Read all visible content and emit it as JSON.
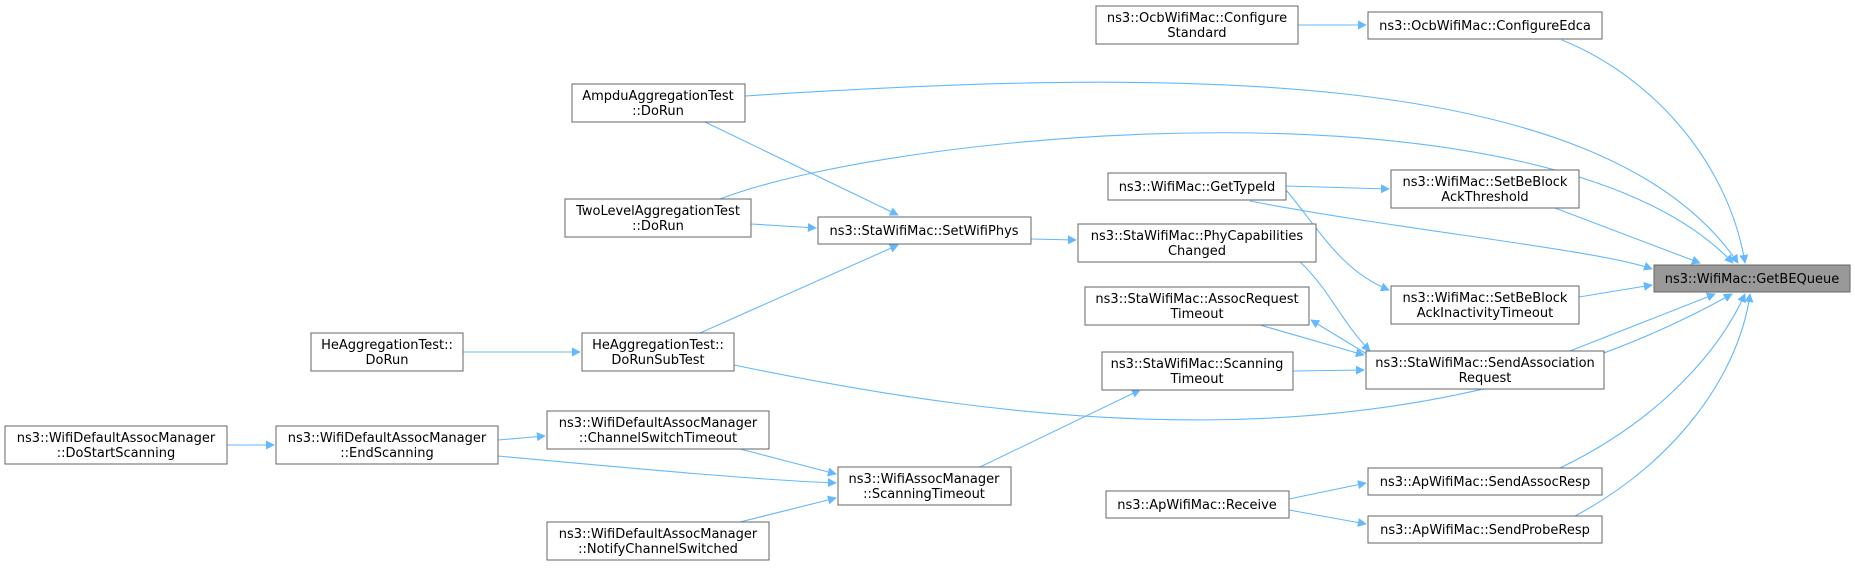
{
  "graph": {
    "focus_node": "getbequeue",
    "edge_color": "#63b8ff",
    "focus_fill": "#999999",
    "nodes": [
      {
        "id": "getbequeue",
        "lines": [
          "ns3::WifiMac::GetBEQueue"
        ]
      },
      {
        "id": "ocb_configure_standard",
        "lines": [
          "ns3::OcbWifiMac::Configure",
          "Standard"
        ]
      },
      {
        "id": "ocb_configure_edca",
        "lines": [
          "ns3::OcbWifiMac::ConfigureEdca"
        ]
      },
      {
        "id": "ampdu_dorun",
        "lines": [
          "AmpduAggregationTest",
          "::DoRun"
        ]
      },
      {
        "id": "wifimac_gettypeid",
        "lines": [
          "ns3::WifiMac::GetTypeId"
        ]
      },
      {
        "id": "set_be_block_ack_threshold",
        "lines": [
          "ns3::WifiMac::SetBeBlock",
          "AckThreshold"
        ]
      },
      {
        "id": "twolevel_dorun",
        "lines": [
          "TwoLevelAggregationTest",
          "::DoRun"
        ]
      },
      {
        "id": "sta_setwifiphys",
        "lines": [
          "ns3::StaWifiMac::SetWifiPhys"
        ]
      },
      {
        "id": "sta_phycap_changed",
        "lines": [
          "ns3::StaWifiMac::PhyCapabilities",
          "Changed"
        ]
      },
      {
        "id": "sta_assocrequest_timeout",
        "lines": [
          "ns3::StaWifiMac::AssocRequest",
          "Timeout"
        ]
      },
      {
        "id": "set_be_block_ack_inactivity",
        "lines": [
          "ns3::WifiMac::SetBeBlock",
          "AckInactivityTimeout"
        ]
      },
      {
        "id": "he_dorun",
        "lines": [
          "HeAggregationTest::",
          "DoRun"
        ]
      },
      {
        "id": "he_dorunsubtest",
        "lines": [
          "HeAggregationTest::",
          "DoRunSubTest"
        ]
      },
      {
        "id": "sta_scanning_timeout",
        "lines": [
          "ns3::StaWifiMac::Scanning",
          "Timeout"
        ]
      },
      {
        "id": "sta_send_assoc_request",
        "lines": [
          "ns3::StaWifiMac::SendAssociation",
          "Request"
        ]
      },
      {
        "id": "default_dostartscanning",
        "lines": [
          "ns3::WifiDefaultAssocManager",
          "::DoStartScanning"
        ]
      },
      {
        "id": "default_endscanning",
        "lines": [
          "ns3::WifiDefaultAssocManager",
          "::EndScanning"
        ]
      },
      {
        "id": "default_channelswitch_timeout",
        "lines": [
          "ns3::WifiDefaultAssocManager",
          "::ChannelSwitchTimeout"
        ]
      },
      {
        "id": "assocmgr_scanning_timeout",
        "lines": [
          "ns3::WifiAssocManager",
          "::ScanningTimeout"
        ]
      },
      {
        "id": "default_notify_channel_switched",
        "lines": [
          "ns3::WifiDefaultAssocManager",
          "::NotifyChannelSwitched"
        ]
      },
      {
        "id": "ap_receive",
        "lines": [
          "ns3::ApWifiMac::Receive"
        ]
      },
      {
        "id": "ap_send_assoc_resp",
        "lines": [
          "ns3::ApWifiMac::SendAssocResp"
        ]
      },
      {
        "id": "ap_send_probe_resp",
        "lines": [
          "ns3::ApWifiMac::SendProbeResp"
        ]
      }
    ],
    "edges": [
      {
        "from": "ocb_configure_standard",
        "to": "ocb_configure_edca"
      },
      {
        "from": "ocb_configure_edca",
        "to": "getbequeue"
      },
      {
        "from": "ampdu_dorun",
        "to": "getbequeue"
      },
      {
        "from": "ampdu_dorun",
        "to": "sta_setwifiphys"
      },
      {
        "from": "twolevel_dorun",
        "to": "getbequeue"
      },
      {
        "from": "twolevel_dorun",
        "to": "sta_setwifiphys"
      },
      {
        "from": "wifimac_gettypeid",
        "to": "getbequeue"
      },
      {
        "from": "wifimac_gettypeid",
        "to": "set_be_block_ack_threshold"
      },
      {
        "from": "wifimac_gettypeid",
        "to": "set_be_block_ack_inactivity"
      },
      {
        "from": "set_be_block_ack_threshold",
        "to": "getbequeue"
      },
      {
        "from": "set_be_block_ack_inactivity",
        "to": "getbequeue"
      },
      {
        "from": "sta_setwifiphys",
        "to": "sta_phycap_changed"
      },
      {
        "from": "sta_phycap_changed",
        "to": "sta_send_assoc_request"
      },
      {
        "from": "he_dorun",
        "to": "he_dorunsubtest"
      },
      {
        "from": "he_dorunsubtest",
        "to": "sta_setwifiphys"
      },
      {
        "from": "he_dorunsubtest",
        "to": "getbequeue"
      },
      {
        "from": "sta_send_assoc_request",
        "to": "getbequeue"
      },
      {
        "from": "sta_send_assoc_request",
        "to": "sta_assocrequest_timeout"
      },
      {
        "from": "sta_assocrequest_timeout",
        "to": "sta_send_assoc_request"
      },
      {
        "from": "sta_scanning_timeout",
        "to": "sta_send_assoc_request"
      },
      {
        "from": "assocmgr_scanning_timeout",
        "to": "sta_scanning_timeout"
      },
      {
        "from": "default_dostartscanning",
        "to": "default_endscanning"
      },
      {
        "from": "default_endscanning",
        "to": "default_channelswitch_timeout"
      },
      {
        "from": "default_channelswitch_timeout",
        "to": "assocmgr_scanning_timeout"
      },
      {
        "from": "default_endscanning",
        "to": "assocmgr_scanning_timeout"
      },
      {
        "from": "default_notify_channel_switched",
        "to": "assocmgr_scanning_timeout"
      },
      {
        "from": "ap_receive",
        "to": "ap_send_assoc_resp"
      },
      {
        "from": "ap_receive",
        "to": "ap_send_probe_resp"
      },
      {
        "from": "ap_send_assoc_resp",
        "to": "getbequeue"
      },
      {
        "from": "ap_send_probe_resp",
        "to": "getbequeue"
      }
    ]
  }
}
